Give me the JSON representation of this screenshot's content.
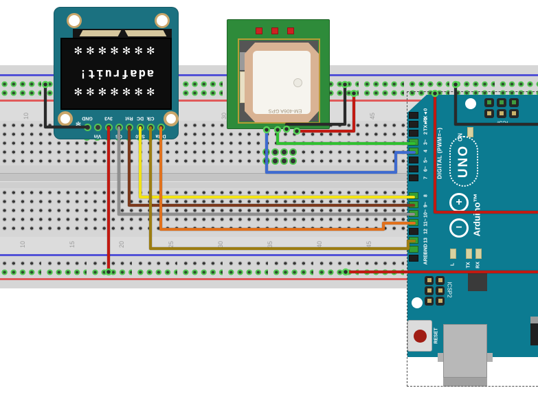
{
  "palette": {
    "breadboard": "#d6d6d6",
    "rail_red": "#e05a5a",
    "rail_blue": "#5252d6",
    "hole_highlight_green": "#55c855",
    "oled_pcb": "#1b7180",
    "gps_pcb": "#2e8b3a",
    "arduino_teal": "#0c7b91",
    "silk_white": "#ffffff"
  },
  "wire_colors": {
    "black": "#2a2a2a",
    "red": "#c11a12",
    "gray": "#8f8f8f",
    "brown": "#7c3a1d",
    "yellow": "#f2e313",
    "olive": "#9c7d12",
    "orange": "#e0711d",
    "green": "#31c031",
    "blue": "#3f6bd0"
  },
  "oled": {
    "screen_text": "adafruit!",
    "stars": "✻✻✻✻✻✻✻",
    "logo": "✻",
    "pin_labels_top": [
      "GND",
      "",
      "3v3",
      "",
      "Rst",
      "DC",
      "Clk",
      ""
    ],
    "pin_labels_bottom": [
      "",
      "Vin",
      "",
      "CS",
      "",
      "SA0",
      "",
      "Data"
    ]
  },
  "gps": {
    "label": "EM-406A GPS"
  },
  "arduino": {
    "digital_label": "DIGITAL (PWM=~)",
    "uno": "UNO",
    "brand": "Arduino™",
    "on": "ON",
    "icsp": "ICSP",
    "icsp2": "ICSP2",
    "led_l": "L",
    "led_tx": "TX",
    "led_rx": "RX",
    "reset": "RESET",
    "pin_labels": [
      "RX◄0",
      "TX►1",
      "2",
      "3~",
      "4",
      "5~",
      "6~",
      "7",
      "8",
      "9~",
      "10~",
      "11~",
      "12",
      "13",
      "GND",
      "AREF"
    ]
  },
  "breadboard": {
    "numbers": [
      "10",
      "15",
      "20",
      "25",
      "30",
      "35",
      "40",
      "45"
    ]
  }
}
